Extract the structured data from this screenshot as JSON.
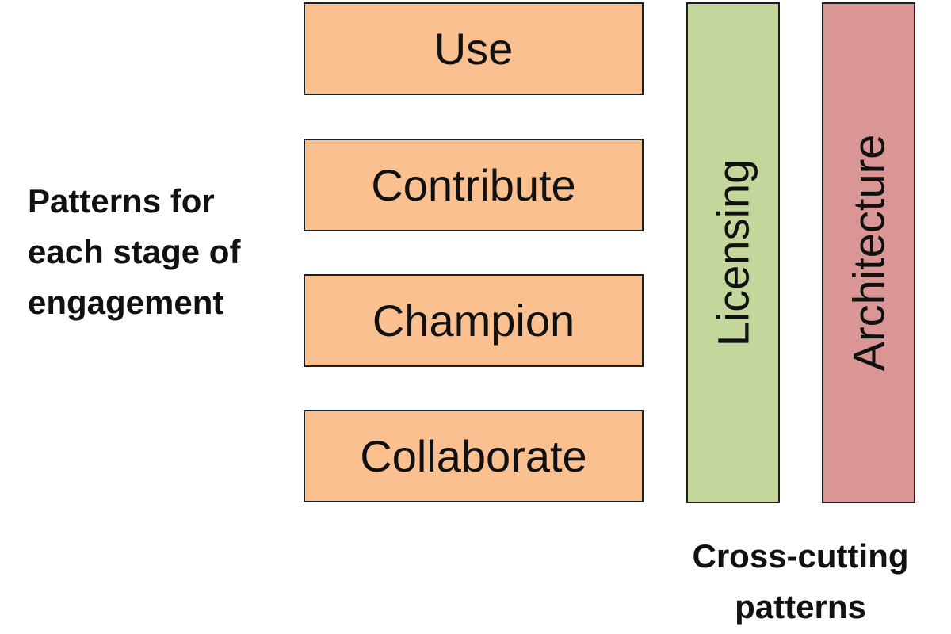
{
  "stages_label": "Patterns for each stage of engagement",
  "stages": [
    {
      "label": "Use"
    },
    {
      "label": "Contribute"
    },
    {
      "label": "Champion"
    },
    {
      "label": "Collaborate"
    }
  ],
  "cross_cutting_label": "Cross-cutting patterns",
  "cross_cutting": [
    {
      "label": "Licensing"
    },
    {
      "label": "Architecture"
    }
  ],
  "colors": {
    "stage_fill": "#fac090",
    "licensing_fill": "#c3d69b",
    "architecture_fill": "#d99694",
    "border": "#1e1e1e"
  }
}
